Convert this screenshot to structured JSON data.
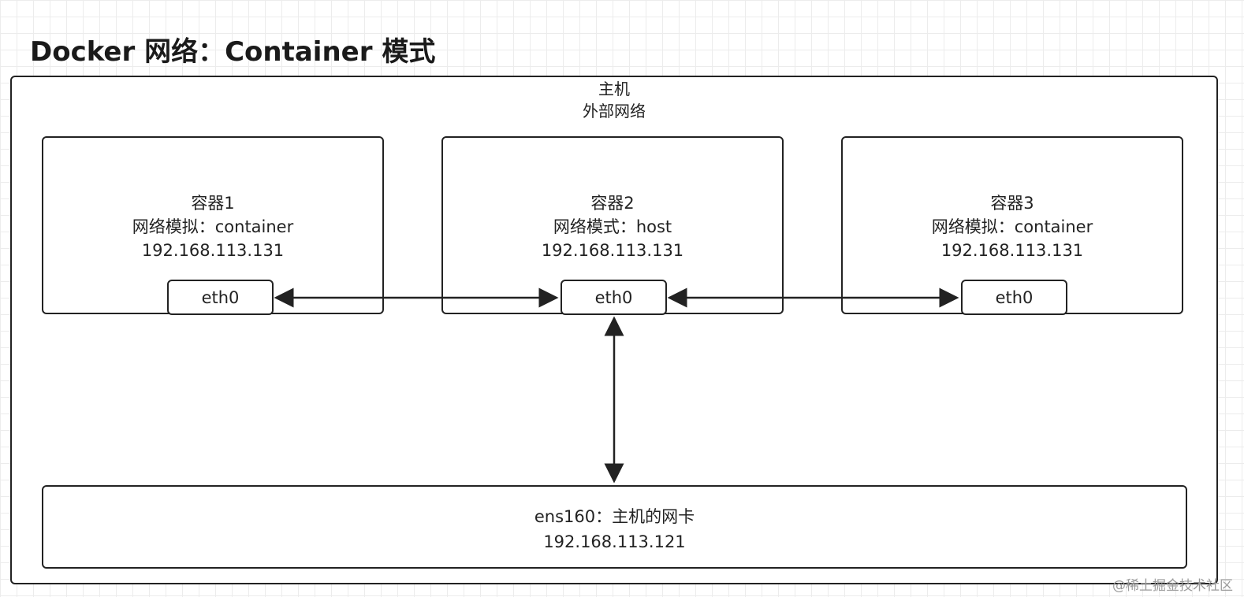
{
  "title": "Docker 网络：Container 模式",
  "host": {
    "label": "主机",
    "sublabel": "外部网络"
  },
  "containers": [
    {
      "name": "容器1",
      "mode": "网络模拟：container",
      "ip": "192.168.113.131",
      "iface": "eth0"
    },
    {
      "name": "容器2",
      "mode": "网络模式：host",
      "ip": "192.168.113.131",
      "iface": "eth0"
    },
    {
      "name": "容器3",
      "mode": "网络模拟：container",
      "ip": "192.168.113.131",
      "iface": "eth0"
    }
  ],
  "nic": {
    "label": "ens160：主机的网卡",
    "ip": "192.168.113.121"
  },
  "watermark": "@稀土掘金技术社区",
  "colors": {
    "stroke": "#222222",
    "grid": "#ececec"
  }
}
